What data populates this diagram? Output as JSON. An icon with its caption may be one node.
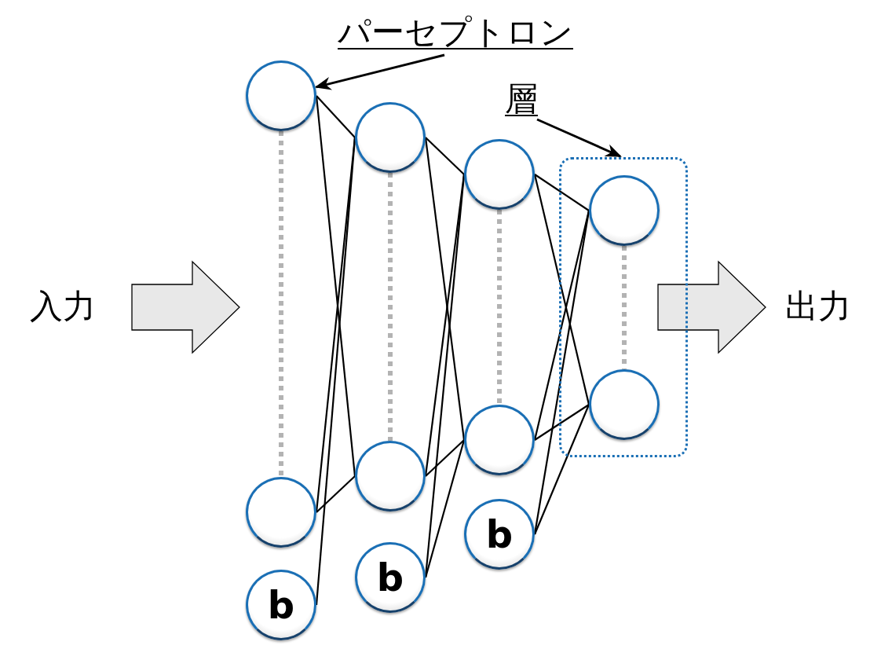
{
  "diagram": {
    "nodes": [
      {
        "text": [
          "パーセプトロン"
        ]
      },
      {
        "text": [
          "層"
        ]
      },
      {
        "text": [
          "入力"
        ]
      },
      {
        "text": [],
        "shape": "circle"
      },
      {
        "text": [],
        "shape": "circle"
      },
      {
        "text": [
          "b"
        ]
      },
      {
        "text": [],
        "shape": "circle"
      },
      {
        "text": [],
        "shape": "circle"
      },
      {
        "text": [
          "b"
        ]
      },
      {
        "text": [],
        "shape": "circle"
      },
      {
        "text": [],
        "shape": "circle"
      },
      {
        "text": [
          "b"
        ]
      },
      {
        "text": [],
        "shape": "box"
      },
      {
        "text": [],
        "shape": "circle",
        "in": 12
      },
      {
        "text": [],
        "shape": "circle",
        "in": 12
      },
      {
        "text": [
          "出力"
        ]
      }
    ],
    "edges": [
      {
        "from": 0,
        "to": 3,
        "arrow": "to"
      },
      {
        "from": 1,
        "to": 12,
        "arrow": "to"
      },
      {
        "from": 3,
        "to": 6,
        "arrow": "none"
      },
      {
        "from": 3,
        "to": 7,
        "arrow": "none"
      },
      {
        "from": 4,
        "to": 6,
        "arrow": "none"
      },
      {
        "from": 4,
        "to": 7,
        "arrow": "none"
      },
      {
        "from": 5,
        "to": 6,
        "arrow": "none"
      },
      {
        "from": 6,
        "to": 9,
        "arrow": "none"
      },
      {
        "from": 6,
        "to": 10,
        "arrow": "none"
      },
      {
        "from": 7,
        "to": 9,
        "arrow": "none"
      },
      {
        "from": 7,
        "to": 10,
        "arrow": "none"
      },
      {
        "from": 8,
        "to": 9,
        "arrow": "none"
      },
      {
        "from": 8,
        "to": 10,
        "arrow": "none"
      },
      {
        "from": 9,
        "to": 13,
        "arrow": "none"
      },
      {
        "from": 9,
        "to": 14,
        "arrow": "none"
      },
      {
        "from": 10,
        "to": 13,
        "arrow": "none"
      },
      {
        "from": 10,
        "to": 14,
        "arrow": "none"
      },
      {
        "from": 11,
        "to": 13,
        "arrow": "none"
      },
      {
        "from": 11,
        "to": 14,
        "arrow": "none"
      },
      {
        "from": 3,
        "to": 4,
        "arrow": "none",
        "style": "dashed",
        "color": "#b3b3b3"
      },
      {
        "from": 6,
        "to": 7,
        "arrow": "none",
        "style": "dashed",
        "color": "#b3b3b3"
      },
      {
        "from": 9,
        "to": 10,
        "arrow": "none",
        "style": "dashed",
        "color": "#b3b3b3"
      },
      {
        "from": 13,
        "to": 14,
        "arrow": "none",
        "style": "dashed",
        "color": "#b3b3b3"
      }
    ]
  }
}
